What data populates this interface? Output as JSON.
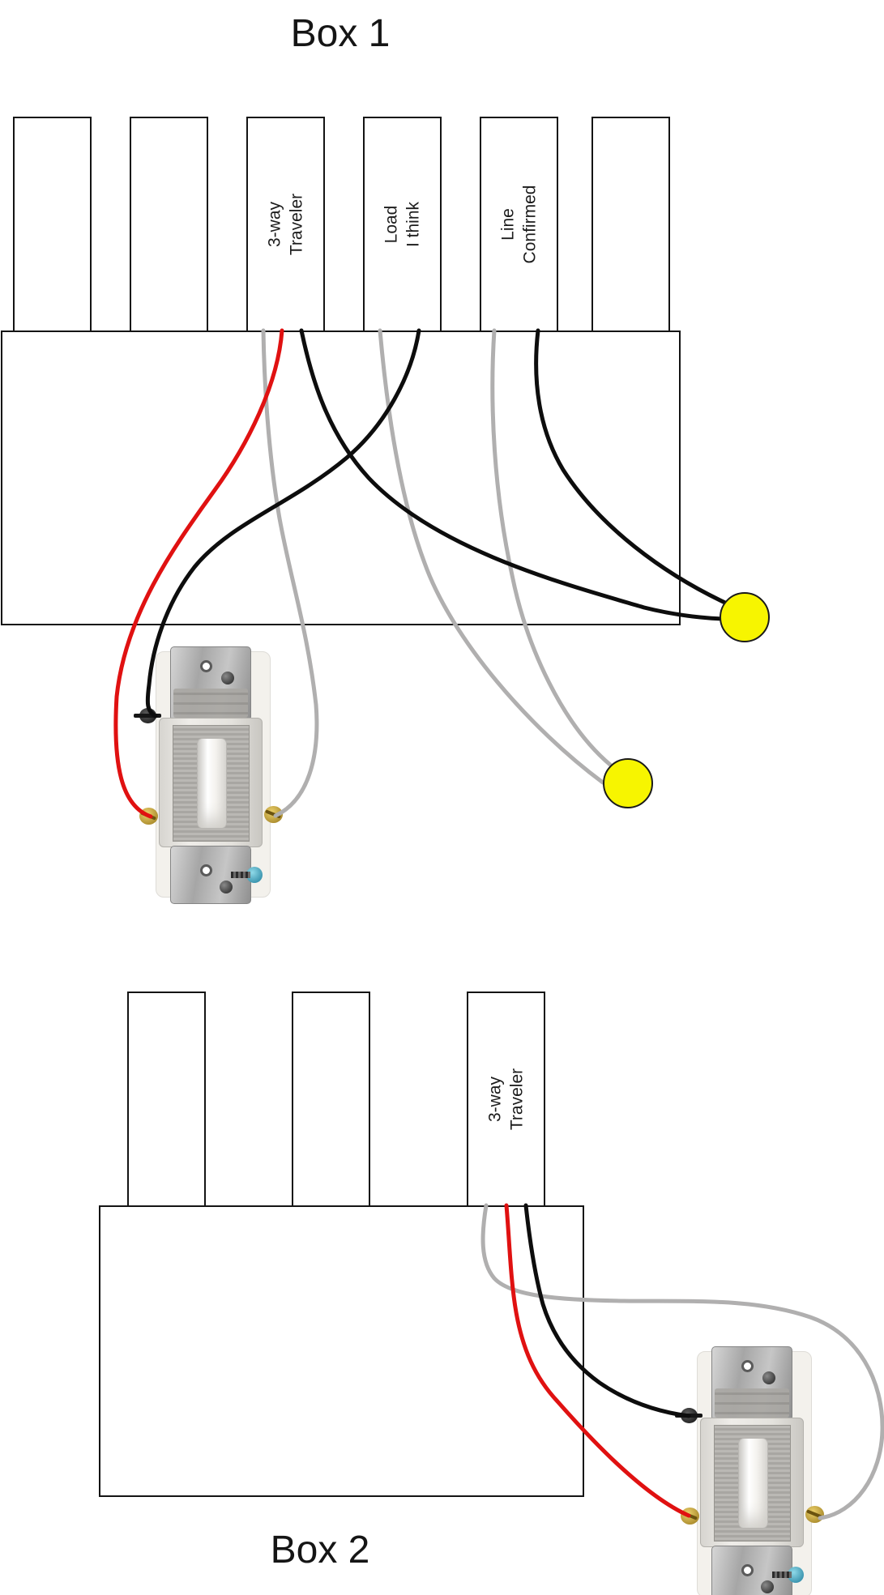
{
  "diagram": {
    "background": "#ffffff",
    "outline_color": "#141414"
  },
  "wire_colors": {
    "black": "#0d0d0d",
    "red": "#e01111",
    "gray": "#b0afaf"
  },
  "wire_nut_color": "#f7f500",
  "box1": {
    "title": "Box 1",
    "cables": [
      {
        "label1": "",
        "label2": ""
      },
      {
        "label1": "",
        "label2": ""
      },
      {
        "label1": "3-way",
        "label2": "Traveler"
      },
      {
        "label1": "Load",
        "label2": "I think"
      },
      {
        "label1": "Line",
        "label2": "Confirmed"
      },
      {
        "label1": "",
        "label2": ""
      }
    ]
  },
  "box2": {
    "title": "Box 2",
    "cables": [
      {
        "label1": "",
        "label2": ""
      },
      {
        "label1": "",
        "label2": ""
      },
      {
        "label1": "3-way",
        "label2": "Traveler"
      }
    ]
  }
}
